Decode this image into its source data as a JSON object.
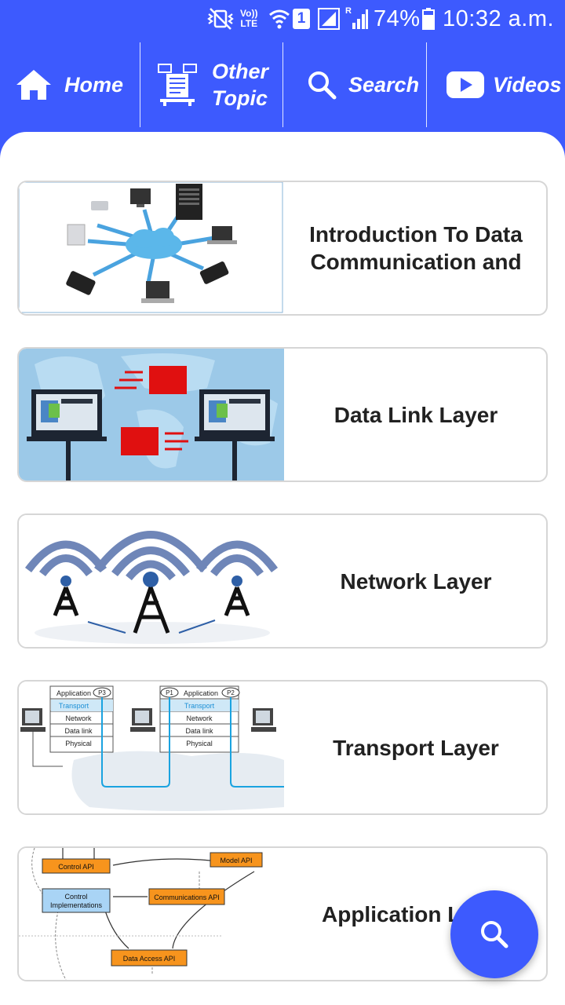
{
  "status_bar": {
    "network_label_top": "Vo))",
    "network_label_bottom": "LTE",
    "sim_badge": "1",
    "roaming_indicator": "R",
    "battery": "74%",
    "time": "10:32 a.m.",
    "icons": [
      "mute-vibrate-icon",
      "volte-icon",
      "wifi-icon",
      "sim-icon",
      "signal-icon",
      "signal-roaming-icon",
      "battery-icon"
    ]
  },
  "nav": {
    "home_label": "Home",
    "other_topic_line1": "Other",
    "other_topic_line2": "Topic",
    "search_label": "Search",
    "videos_label": "Videos"
  },
  "cards": [
    {
      "title": "Introduction To Data\nCommunication and",
      "thumb": "network-cloud-illustration"
    },
    {
      "title": "Data Link Layer",
      "thumb": "data-link-illustration"
    },
    {
      "title": "Network Layer",
      "thumb": "network-towers-illustration"
    },
    {
      "title": "Transport Layer",
      "thumb": "transport-diagram"
    },
    {
      "title": "Application L",
      "thumb": "application-api-diagram"
    }
  ],
  "diagram_text": {
    "transport": {
      "stack1": [
        "Application",
        "Transport",
        "Network",
        "Data link",
        "Physical"
      ],
      "stack2": [
        "Application",
        "Transport",
        "Network",
        "Data link",
        "Physical"
      ],
      "p3": "P3",
      "p1": "P1",
      "p2": "P2"
    },
    "application": {
      "control_api": "Control API",
      "model_api": "Model API",
      "control_impl_1": "Control",
      "control_impl_2": "Implementations",
      "communications_api": "Communications API",
      "data_access_api": "Data Access API"
    }
  },
  "colors": {
    "brand_blue": "#3d5afe",
    "card_border": "#d6d6d6",
    "title_text": "#212121",
    "youtube_red": "#3d5afe"
  }
}
